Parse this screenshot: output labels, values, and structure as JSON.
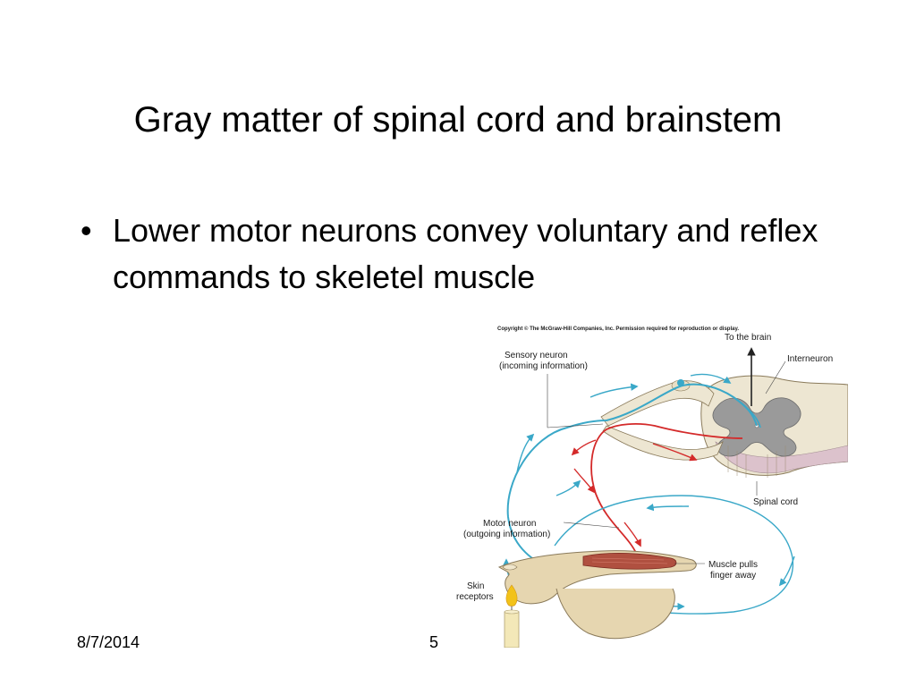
{
  "slide": {
    "title": "Gray matter of spinal cord and brainstem",
    "bullets": [
      "Lower motor neurons convey voluntary and reflex commands to skeletel muscle"
    ],
    "bullet_symbol": "•"
  },
  "figure": {
    "copyright": "Copyright © The McGraw-Hill Companies, Inc. Permission required for reproduction or display.",
    "labels": {
      "to_the_brain": "To the brain",
      "interneuron": "Interneuron",
      "sensory_neuron_1": "Sensory neuron",
      "sensory_neuron_2": "(incoming information)",
      "spinal_cord": "Spinal cord",
      "motor_neuron_1": "Motor neuron",
      "motor_neuron_2": "(outgoing information)",
      "muscle_pulls_1": "Muscle pulls",
      "muscle_pulls_2": "finger away",
      "skin_1": "Skin",
      "skin_2": "receptors"
    },
    "colors": {
      "sensory": "#3aa8c8",
      "motor": "#d42a2a",
      "gray_matter": "#9a9a9a",
      "white_matter": "#ede6d2",
      "muscle": "#b05040",
      "flame": "#f2c21a",
      "candle": "#f3e8b8"
    }
  },
  "footer": {
    "date": "8/7/2014",
    "page": "5"
  }
}
